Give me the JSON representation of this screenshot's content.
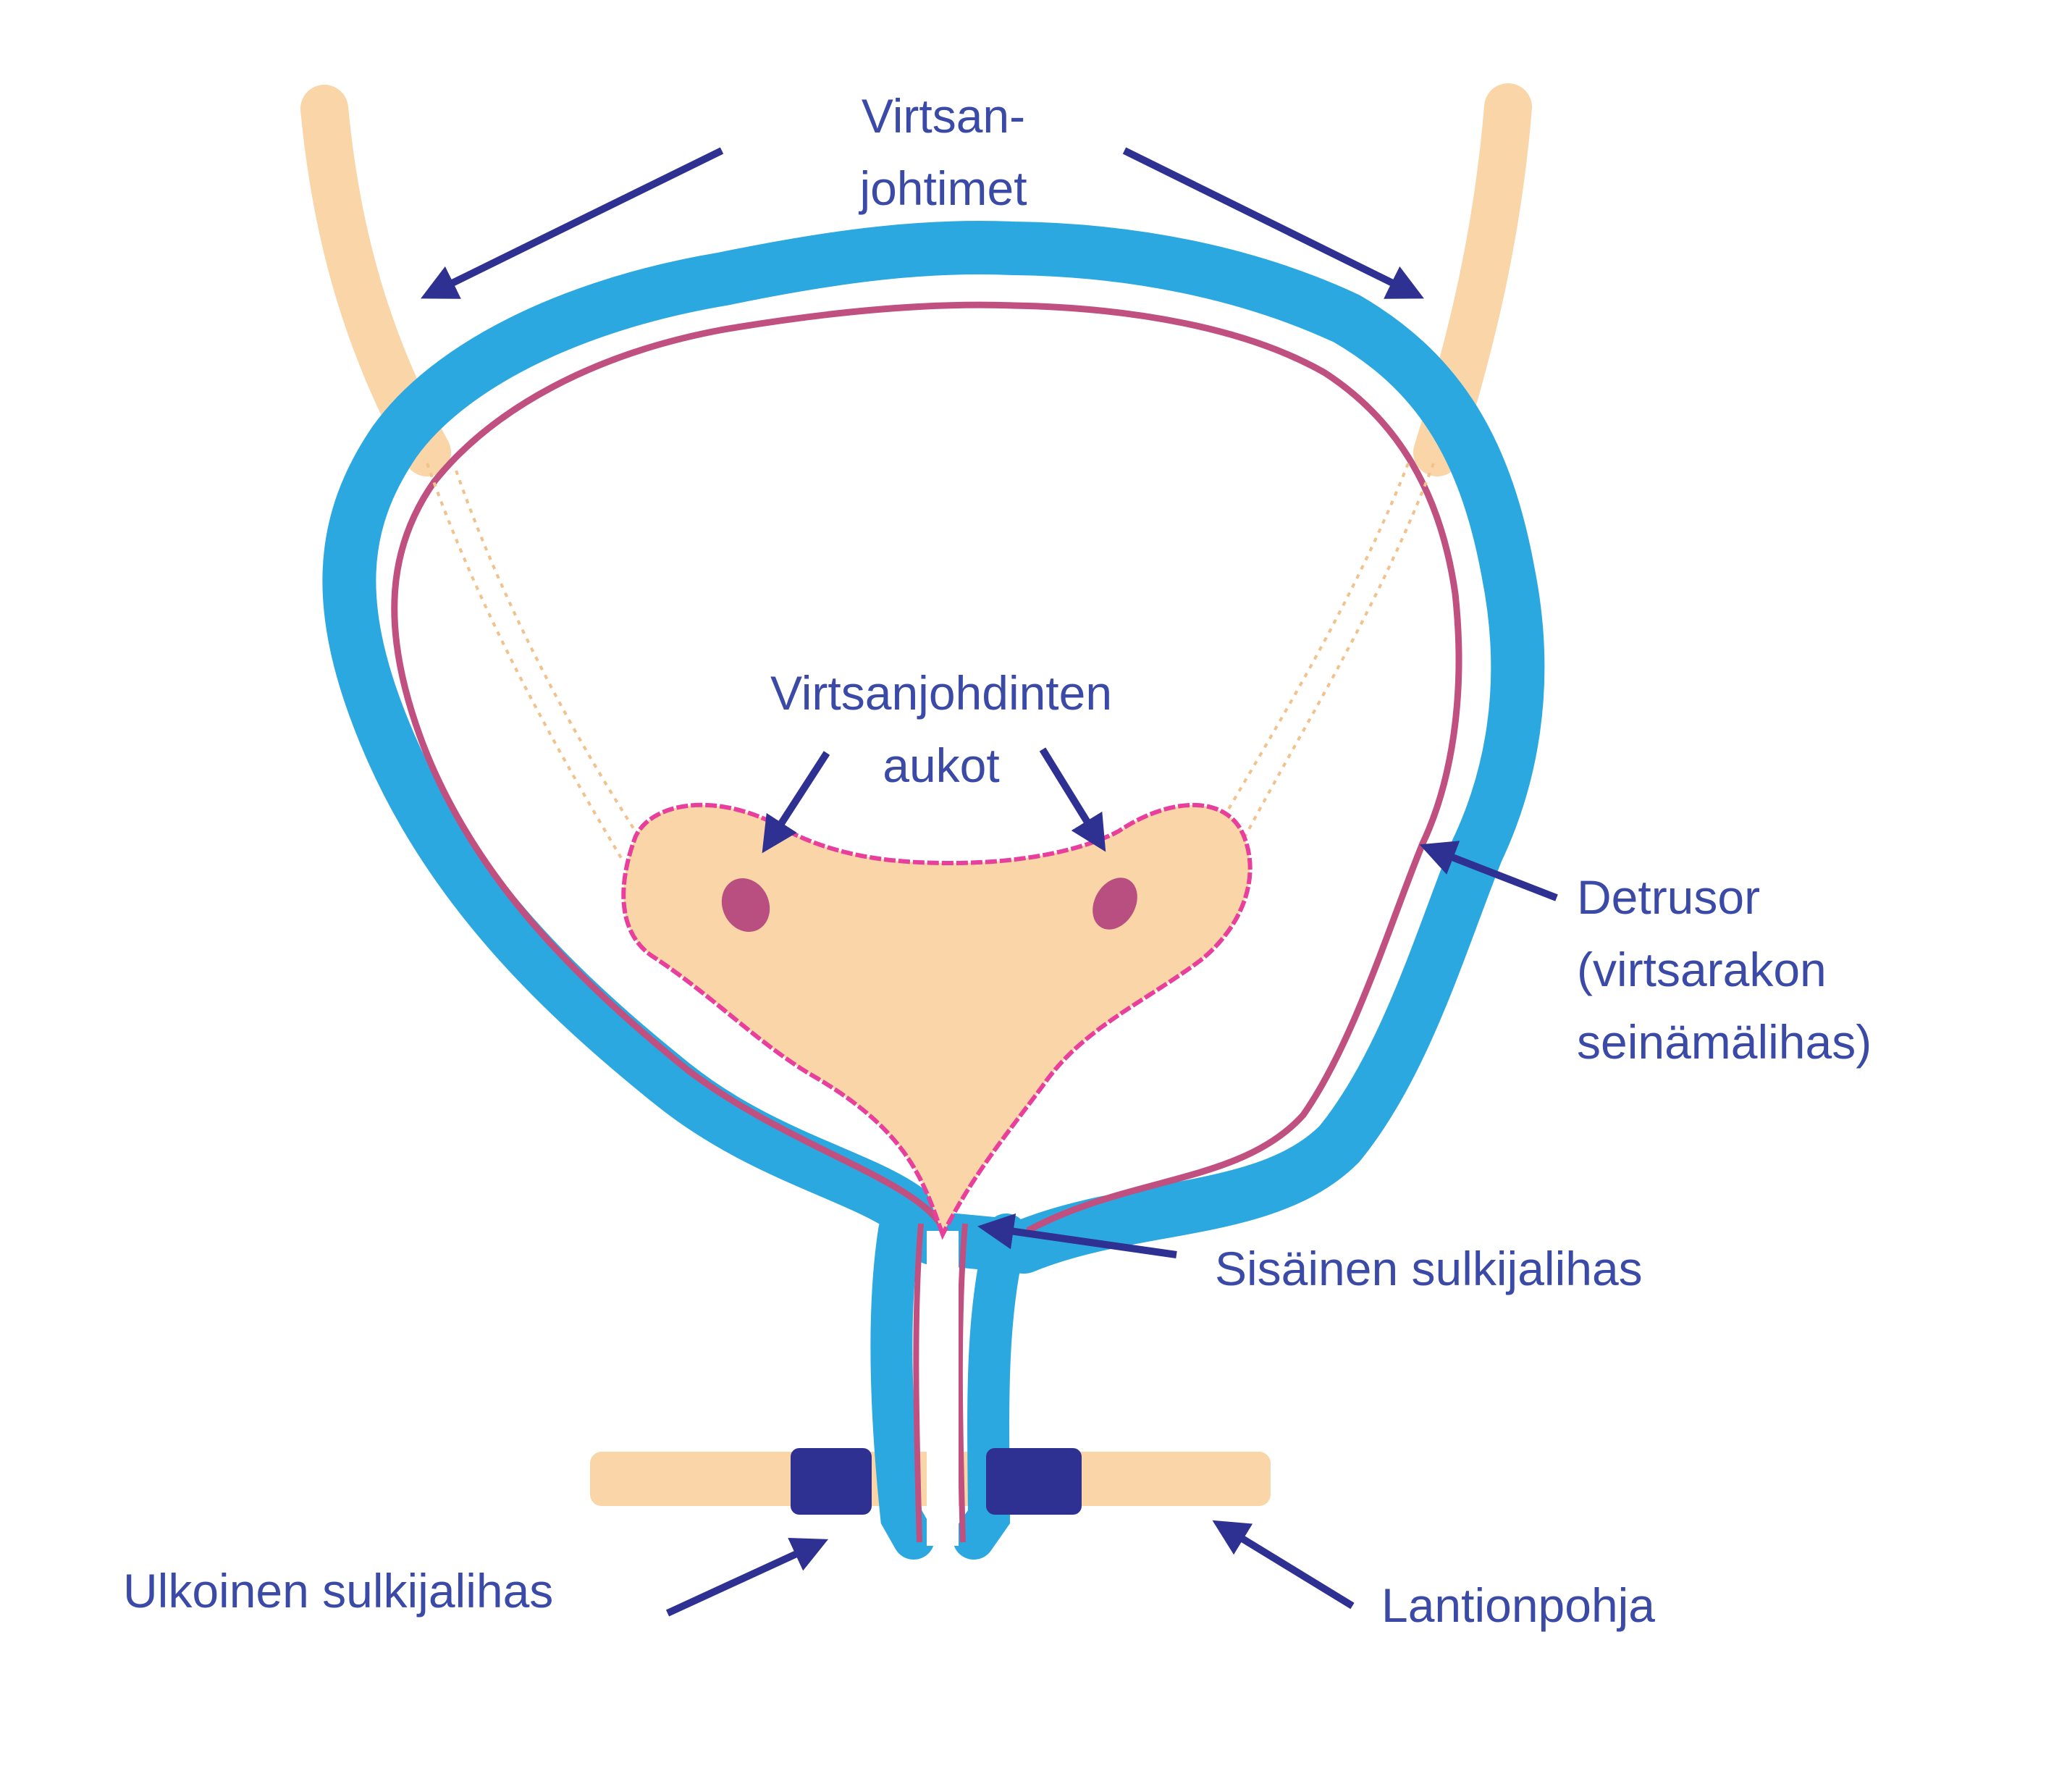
{
  "labels": {
    "ureters_line1": "Virtsan-",
    "ureters_line2": "johtimet",
    "ureter_openings_line1": "Virtsanjohdinten",
    "ureter_openings_line2": "aukot",
    "detrusor_line1": "Detrusor",
    "detrusor_line2": "(virtsarakon",
    "detrusor_line3": "seinämälihas)",
    "internal_sphincter": "Sisäinen sulkijalihas",
    "external_sphincter": "Ulkoinen sulkijalihas",
    "pelvic_floor": "Lantionpohja"
  },
  "colors": {
    "bladder_wall": "#2ba8e0",
    "mucosa": "#c05080",
    "tissue": "#f9d5a7",
    "trigone_border": "#e83e9c",
    "orifice": "#b84f80",
    "sphincter": "#2e3192",
    "arrow": "#2e3192",
    "label_text": "#3a4aa6"
  }
}
